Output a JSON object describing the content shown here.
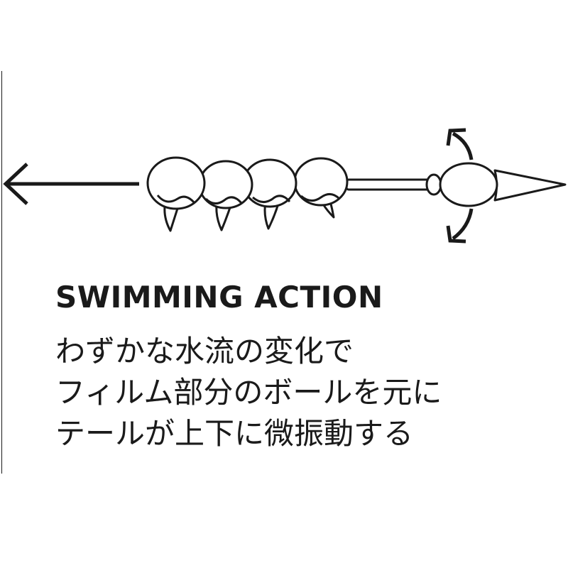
{
  "title": "SWIMMING ACTION",
  "description_lines": [
    "わずかな水流の変化で",
    "フィルム部分のボールを元に",
    "テールが上下に微振動する"
  ],
  "colors": {
    "ink": "#1a1a1a",
    "background": "#ffffff"
  },
  "icons": [
    "direction-arrow-icon",
    "up-down-motion-arrow-icon",
    "lure-illustration"
  ]
}
